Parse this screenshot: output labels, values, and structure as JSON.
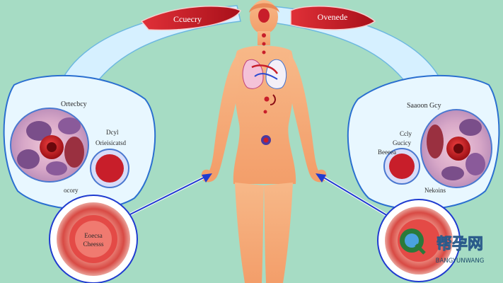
{
  "labels": {
    "top_left_banner": "Ccuecry",
    "top_right_banner": "Ovenede",
    "left_cell_title": "Ortecbcy",
    "left_cell_sub_1": "Dcyl",
    "left_cell_sub_2": "Orieisicatsd",
    "left_cell_bottom": "ocory",
    "left_tissue_1": "Eoecsa",
    "left_tissue_2": "Cheesss",
    "right_cell_title": "Saaoon Gcy",
    "right_cell_sub_1": "Ccly",
    "right_cell_sub_2": "Gucicy",
    "right_cell_sub_3": "Beeeea",
    "right_cell_bottom": "Nekoins"
  },
  "watermark": {
    "cn": "帮孕网",
    "en": "BANGYUNWANG"
  },
  "colors": {
    "background": "#a6dcc4",
    "skin": "#f6ae7a",
    "banner": "#c81e2a",
    "arrow": "#1f3bd0",
    "cell": "#7a4e8a",
    "nucleus": "#c21a22"
  }
}
